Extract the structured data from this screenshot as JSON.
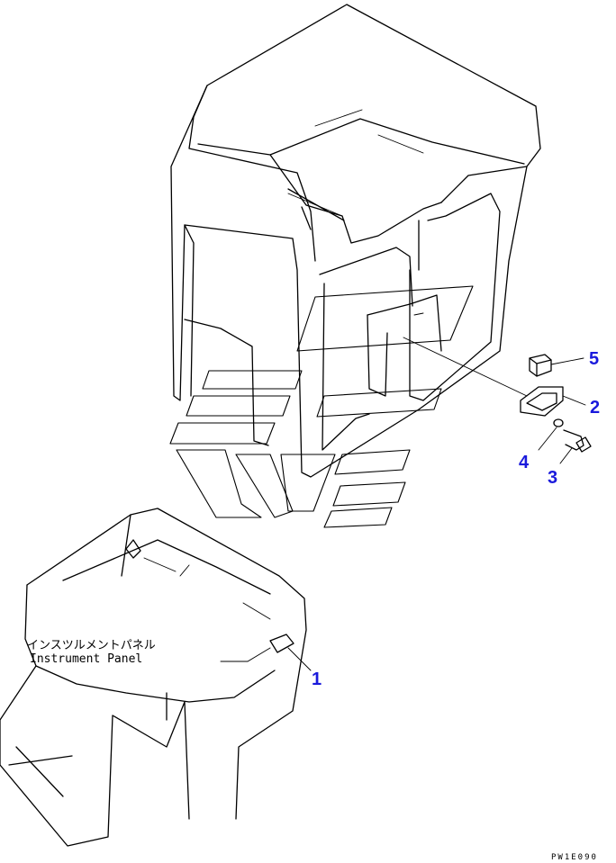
{
  "diagram": {
    "callouts": [
      "1",
      "2",
      "3",
      "4",
      "5"
    ],
    "panel_label_jp": "インスツルメントパネル",
    "panel_label_en": "Instrument Panel",
    "drawing_code": "PW1E090"
  }
}
